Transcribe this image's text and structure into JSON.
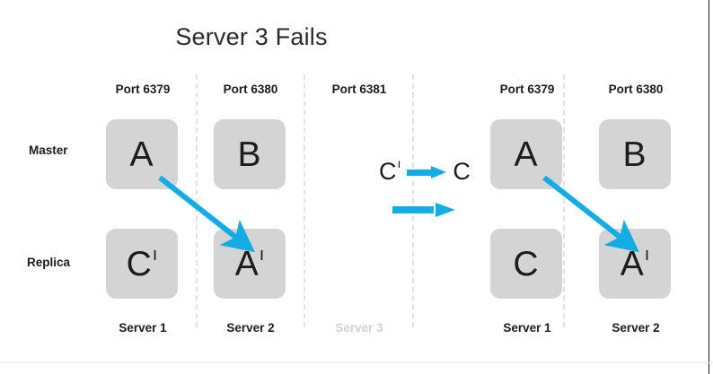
{
  "slide": {
    "title": "Server 3 Fails",
    "row_labels": {
      "master": "Master",
      "replica": "Replica"
    },
    "colors": {
      "arrow": "#14ace4",
      "node_fill": "#d4d4d4",
      "text": "#1c1c1c",
      "dimmed_text": "#d2d2d2",
      "divider": "#e2e2e2",
      "background": "#ffffff"
    }
  },
  "left_cluster": {
    "ports": [
      {
        "label": "Port 6379"
      },
      {
        "label": "Port 6380"
      },
      {
        "label": "Port 6381"
      }
    ],
    "servers": [
      {
        "label": "Server 1",
        "dimmed": false
      },
      {
        "label": "Server 2",
        "dimmed": false
      },
      {
        "label": "Server 3",
        "dimmed": true
      }
    ],
    "nodes": [
      {
        "role": "master",
        "server": "Server 1",
        "letter": "A",
        "prime": ""
      },
      {
        "role": "master",
        "server": "Server 2",
        "letter": "B",
        "prime": ""
      },
      {
        "role": "replica",
        "server": "Server 1",
        "letter": "C",
        "prime": "ı"
      },
      {
        "role": "replica",
        "server": "Server 2",
        "letter": "A",
        "prime": "ı"
      }
    ]
  },
  "middle_annotation": {
    "from_label": "C",
    "from_prime": "ı",
    "to_label": "C",
    "arrow_name": "promotion-arrow"
  },
  "right_cluster": {
    "ports": [
      {
        "label": "Port 6379"
      },
      {
        "label": "Port 6380"
      }
    ],
    "servers": [
      {
        "label": "Server 1",
        "dimmed": false
      },
      {
        "label": "Server 2",
        "dimmed": false
      }
    ],
    "nodes": [
      {
        "role": "master",
        "server": "Server 1",
        "letter": "A",
        "prime": ""
      },
      {
        "role": "master",
        "server": "Server 2",
        "letter": "B",
        "prime": ""
      },
      {
        "role": "replica",
        "server": "Server 1",
        "letter": "C",
        "prime": ""
      },
      {
        "role": "replica",
        "server": "Server 2",
        "letter": "A",
        "prime": "ı"
      }
    ]
  }
}
